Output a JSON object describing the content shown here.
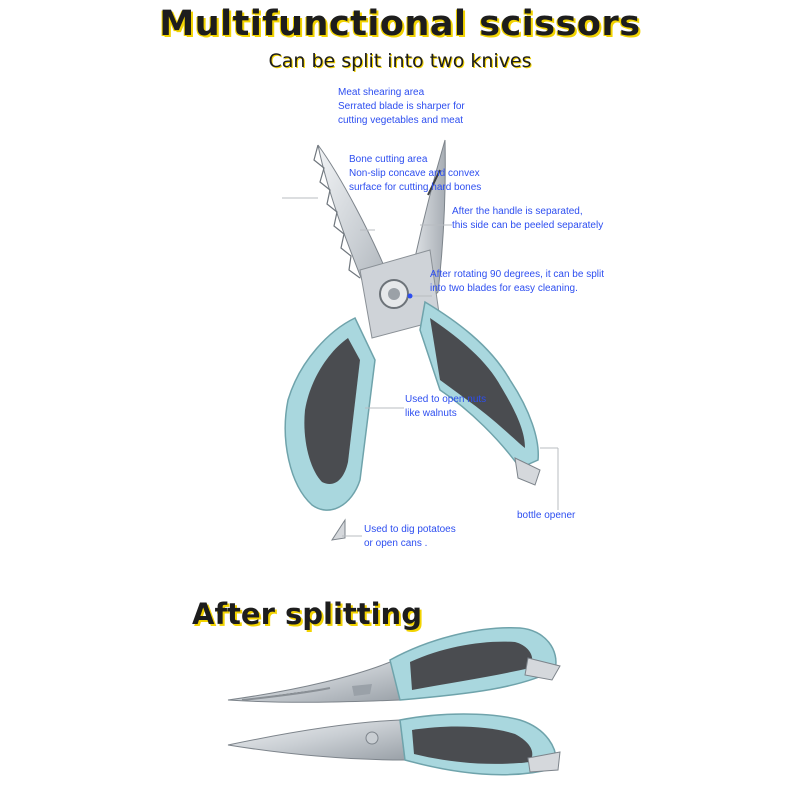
{
  "title": "Multifunctional scissors",
  "subtitle": "Can be split into two knives",
  "annotations": {
    "meat": {
      "line1": "Meat shearing area",
      "line2": "Serrated blade is sharper for",
      "line3": "cutting vegetables and meat"
    },
    "bone": {
      "line1": "Bone cutting area",
      "line2": "Non-slip concave and convex",
      "line3": "surface for cutting hard bones"
    },
    "handle": {
      "line1": "After the handle is separated,",
      "line2": "this side can be peeled separately"
    },
    "rotate": {
      "line1": "After rotating 90 degrees, it can be split",
      "line2": "into two blades for easy cleaning."
    },
    "nuts": {
      "line1": "Used to open nuts",
      "line2": "like walnuts"
    },
    "bottle": {
      "line1": "bottle opener"
    },
    "potatoes": {
      "line1": "Used to dig potatoes",
      "line2": "or open cans ."
    }
  },
  "after_title": "After splitting",
  "colors": {
    "accent": "#f2d300",
    "annotation": "#2d4ef0",
    "handle_blue": "#a9d7de",
    "handle_gray": "#4a4c50",
    "blade": "#d5d8dc"
  }
}
